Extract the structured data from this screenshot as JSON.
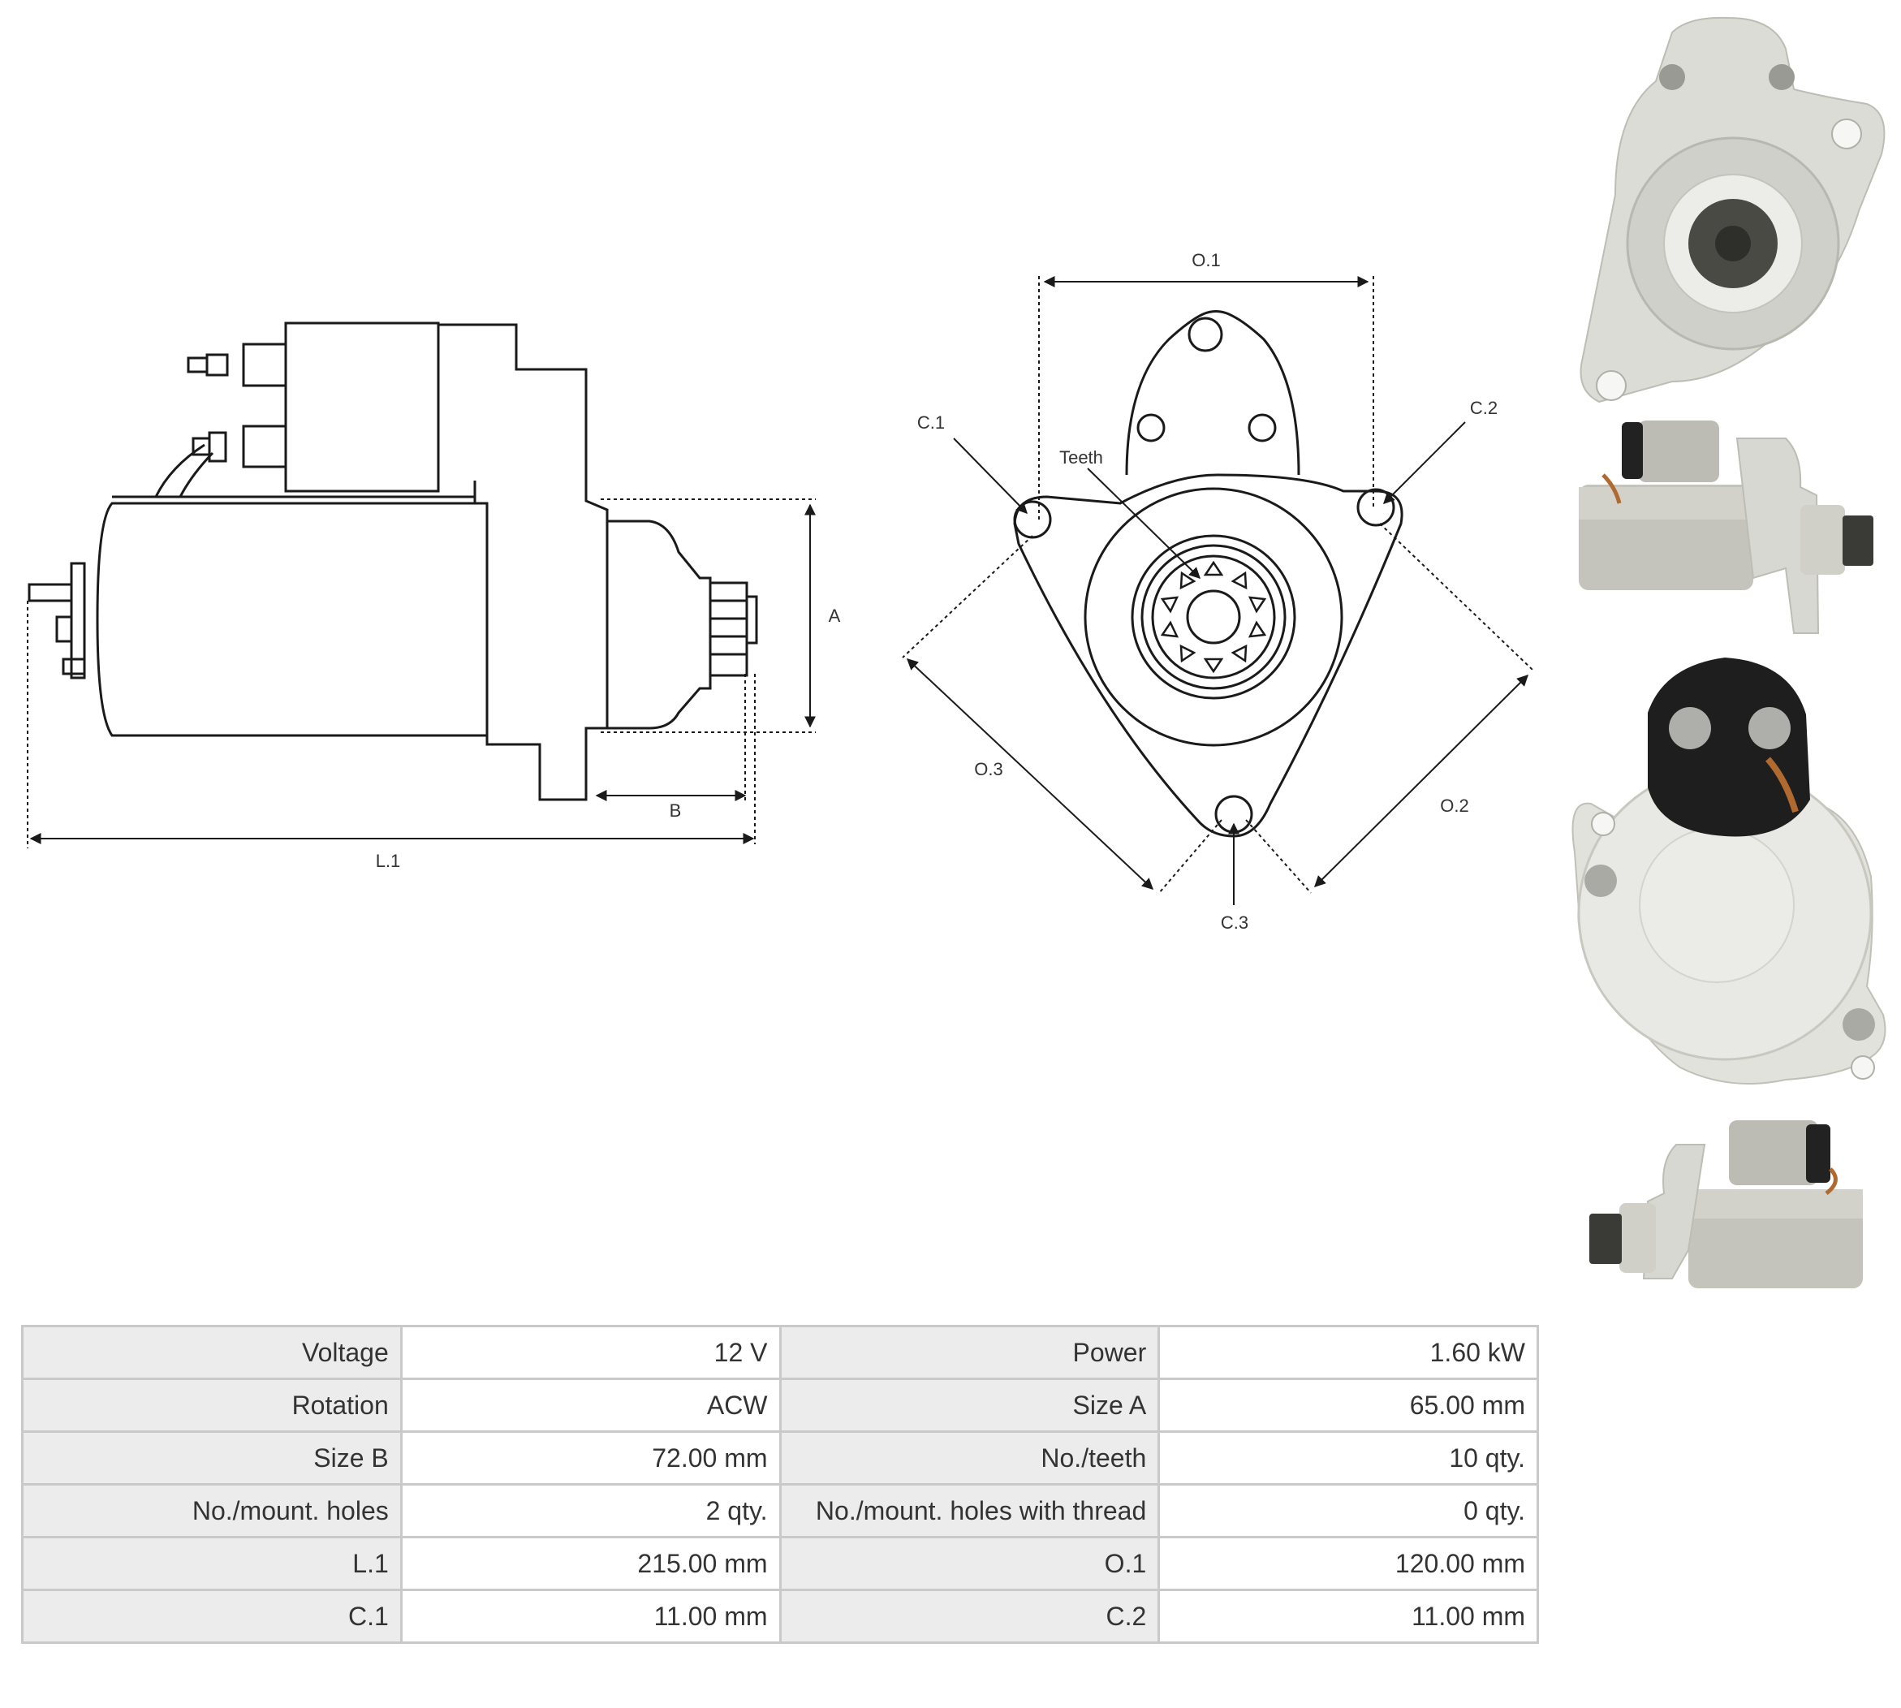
{
  "side_view": {
    "label_A": "A",
    "label_B": "B",
    "label_L1": "L.1"
  },
  "front_view": {
    "label_O1": "O.1",
    "label_O2": "O.2",
    "label_O3": "O.3",
    "label_C1": "C.1",
    "label_C2": "C.2",
    "label_C3": "C.3",
    "label_teeth": "Teeth"
  },
  "specs": {
    "rows": [
      {
        "k1": "Voltage",
        "v1": "12 V",
        "k2": "Power",
        "v2": "1.60 kW"
      },
      {
        "k1": "Rotation",
        "v1": "ACW",
        "k2": "Size A",
        "v2": "65.00 mm"
      },
      {
        "k1": "Size B",
        "v1": "72.00 mm",
        "k2": "No./teeth",
        "v2": "10 qty."
      },
      {
        "k1": "No./mount. holes",
        "v1": "2 qty.",
        "k2": "No./mount. holes with thread",
        "v2": "0 qty."
      },
      {
        "k1": "L.1",
        "v1": "215.00 mm",
        "k2": "O.1",
        "v2": "120.00 mm"
      },
      {
        "k1": "C.1",
        "v1": "11.00 mm",
        "k2": "C.2",
        "v2": "11.00 mm"
      }
    ]
  },
  "colors": {
    "line": "#1a1a1a",
    "table_border": "#c9c9c9",
    "table_key_bg": "#ececec",
    "metal": "#cfcfc9",
    "solenoid_black": "#1e1e1e"
  }
}
